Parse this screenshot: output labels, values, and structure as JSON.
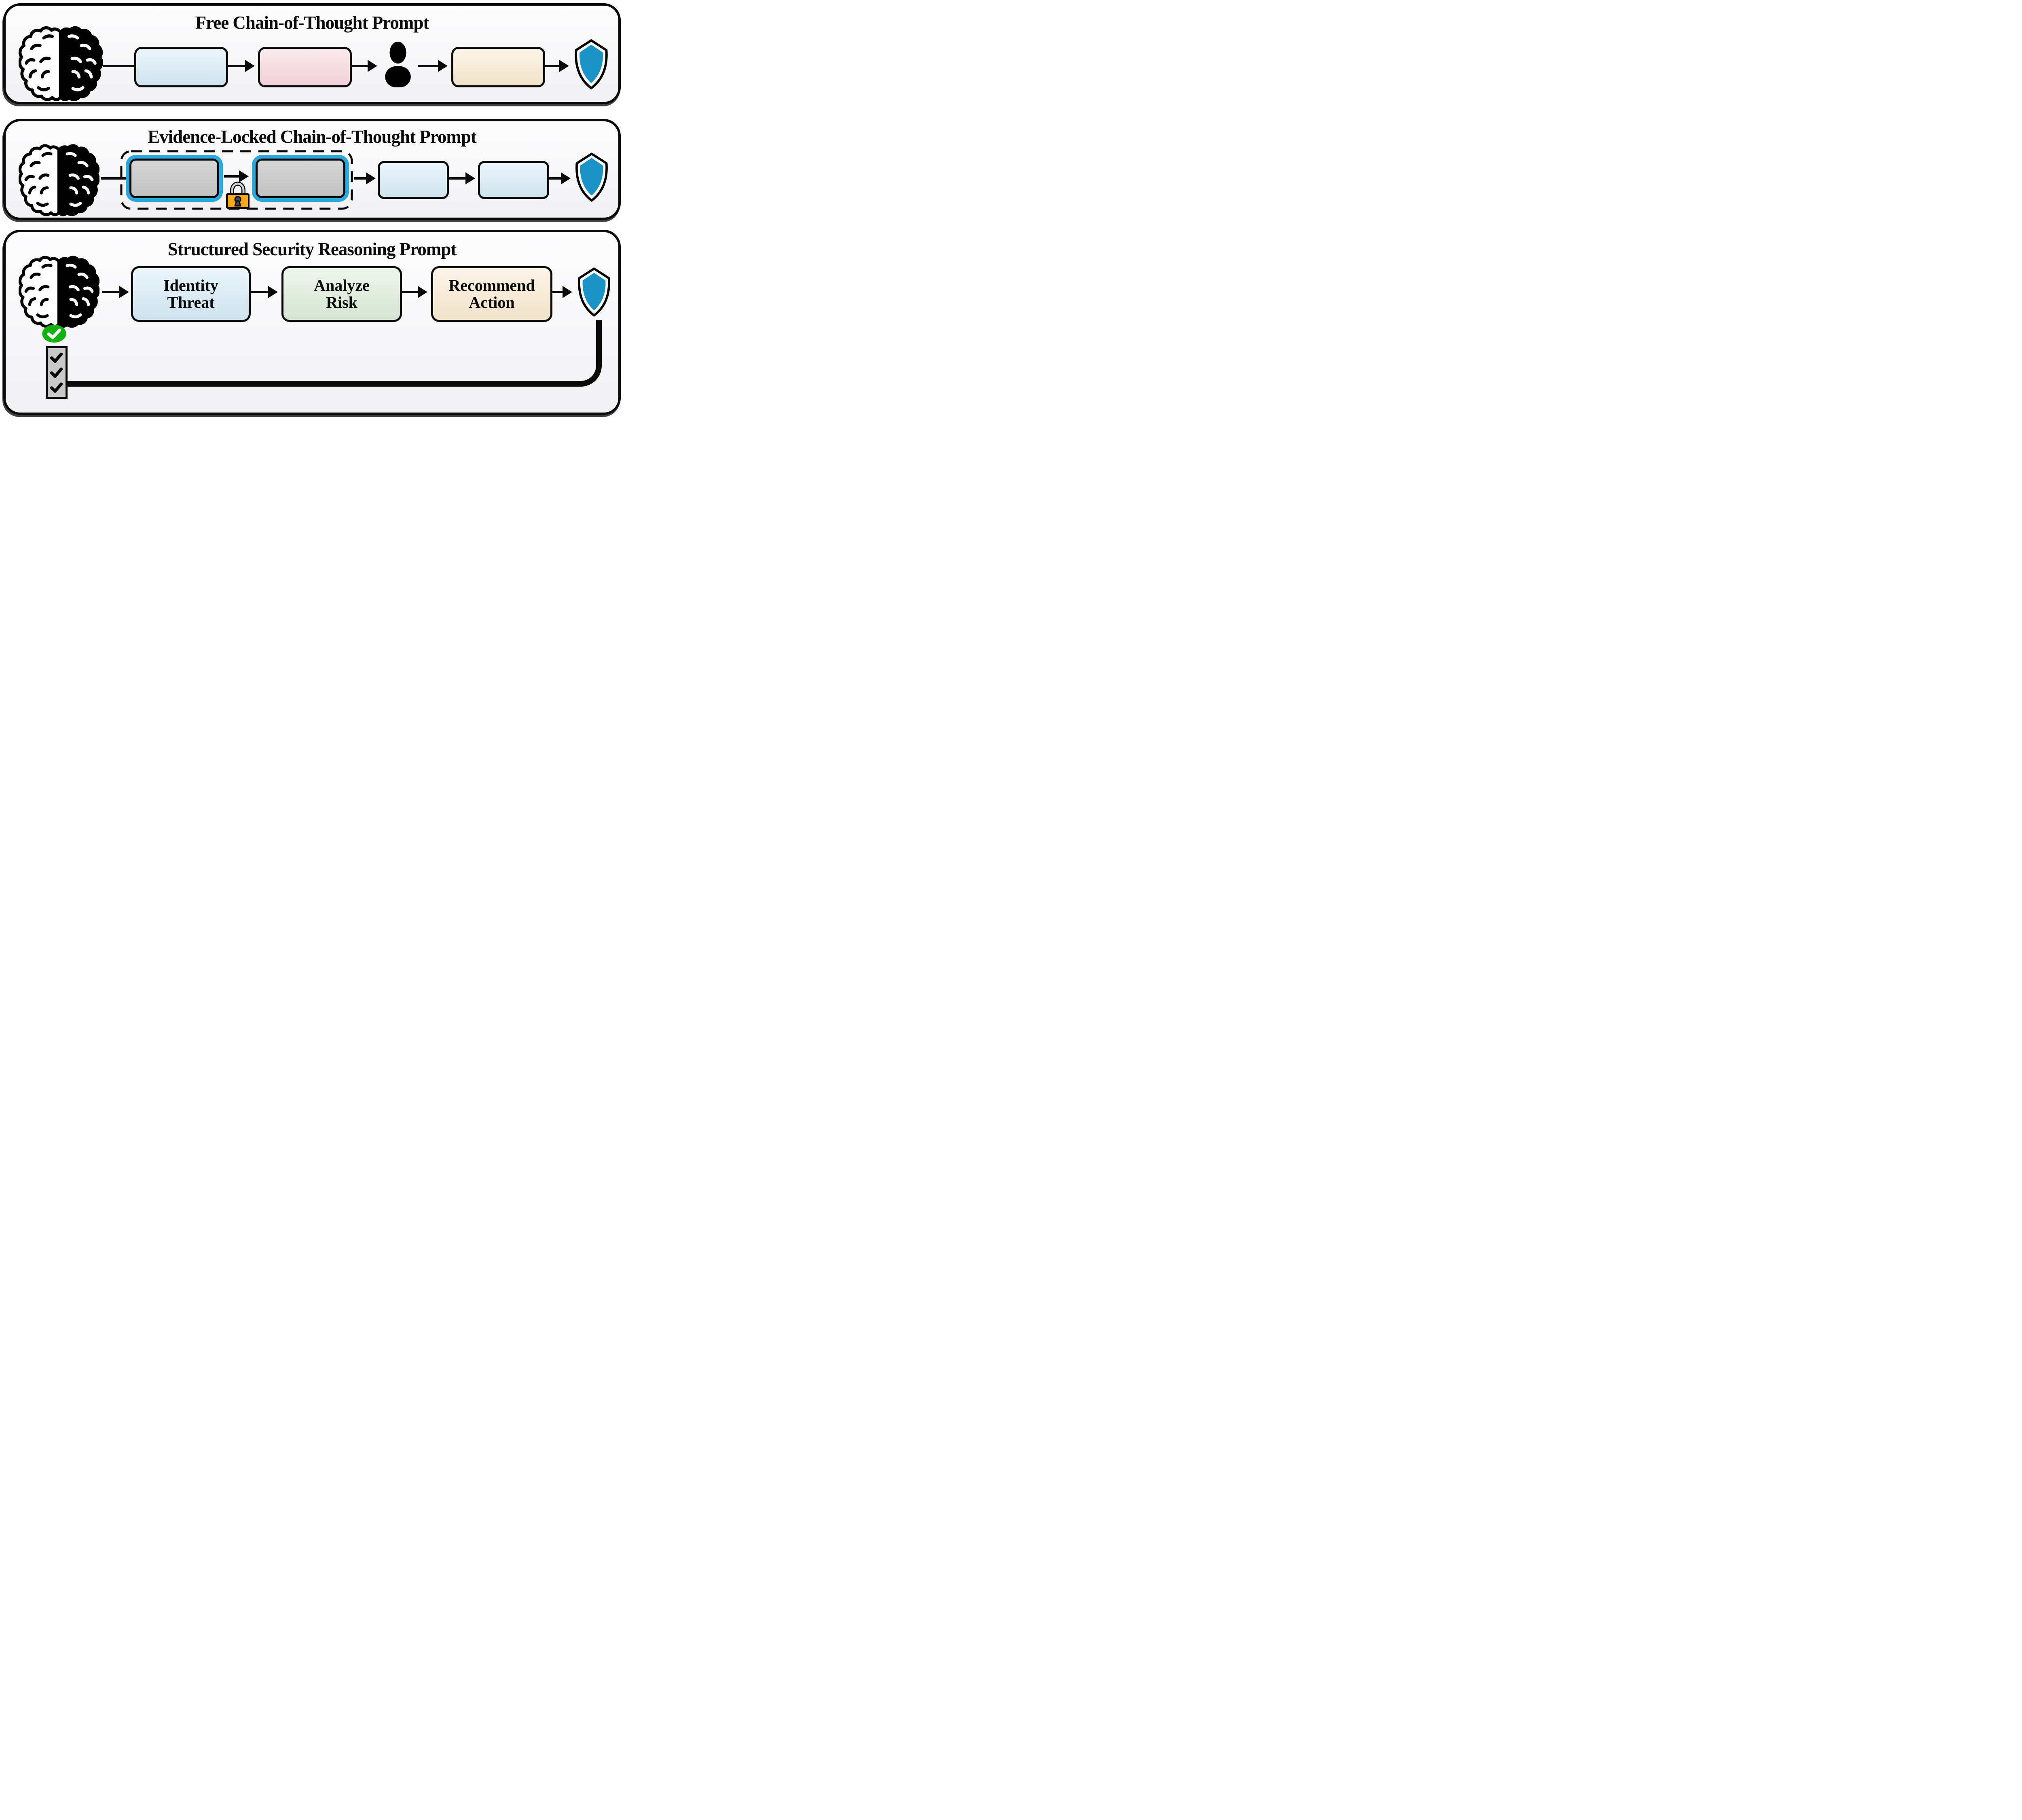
{
  "colors": {
    "shield_blue": "#1b93c7",
    "box_blue": "#d6eaf6",
    "box_pink": "#f8d7dd",
    "box_tan": "#f9ead0",
    "box_green": "#dcecd9",
    "gray_fill": "#c9c9c9",
    "evidence_ring_blue": "#2ba7e0",
    "lock_orange": "#f9a71b",
    "check_green": "#12b212",
    "ink": "#0a0a0a"
  },
  "icons": {
    "brain": "half-white half-black brain",
    "person": "black person silhouette",
    "shield": "blue security shield",
    "lock": "orange padlock",
    "check_circle": "green circle with white checkmark",
    "checklist": "gray list with black checkmarks",
    "checkmark_glyph": "✔"
  },
  "panel1": {
    "title": "Free Chain-of-Thought Prompt"
  },
  "panel2": {
    "title": "Evidence-Locked Chain-of-Thought Prompt"
  },
  "panel3": {
    "title": "Structured Security Reasoning Prompt",
    "steps": [
      {
        "line1": "Identity",
        "line2": "Threat"
      },
      {
        "line1": "Analyze",
        "line2": "Risk"
      },
      {
        "line1": "Recommend",
        "line2": "Action"
      }
    ]
  }
}
